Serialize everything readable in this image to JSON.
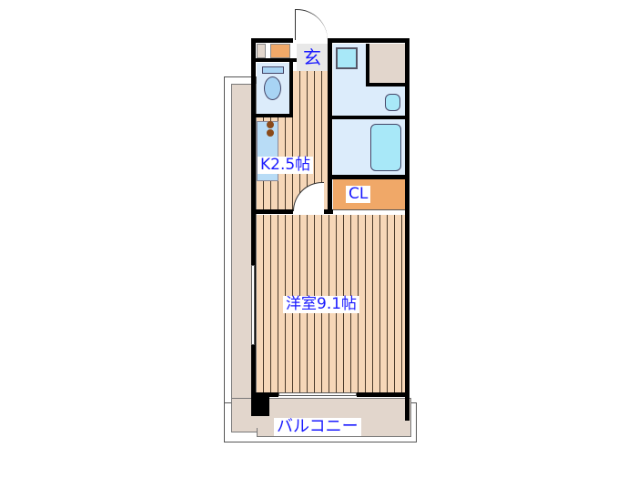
{
  "floorplan": {
    "rooms": [
      {
        "id": "entrance",
        "label": "玄"
      },
      {
        "id": "kitchen",
        "label": "K2.5帖"
      },
      {
        "id": "closet",
        "label": "CL"
      },
      {
        "id": "western-room",
        "label": "洋室9.1帖"
      },
      {
        "id": "balcony",
        "label": "バルコニー"
      }
    ],
    "colors": {
      "wall": "#000000",
      "wood_floor": "#f6d7b8",
      "tile_floor": "#dcecfb",
      "closet": "#f0a868",
      "storage": "#e2d6cc",
      "balcony": "#e2d6cc",
      "label_text": "#1a1aff"
    }
  }
}
